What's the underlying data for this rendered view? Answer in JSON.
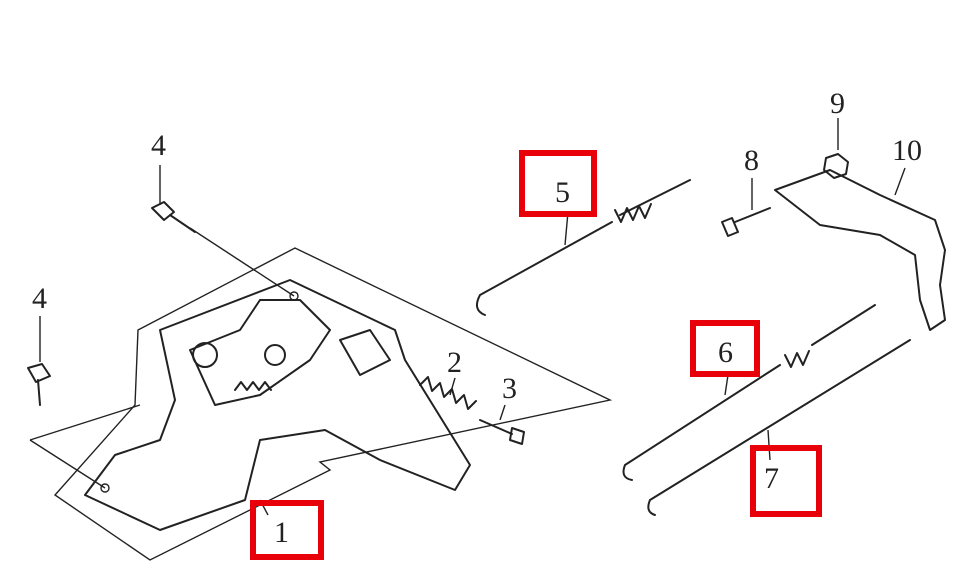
{
  "diagram": {
    "highlight_color": "#e8000b",
    "callouts": [
      {
        "id": "c1",
        "text": "1",
        "highlighted": true
      },
      {
        "id": "c2",
        "text": "2",
        "highlighted": false
      },
      {
        "id": "c3",
        "text": "3",
        "highlighted": false
      },
      {
        "id": "c4a",
        "text": "4",
        "highlighted": false
      },
      {
        "id": "c4b",
        "text": "4",
        "highlighted": false
      },
      {
        "id": "c5",
        "text": "5",
        "highlighted": true
      },
      {
        "id": "c6",
        "text": "6",
        "highlighted": true
      },
      {
        "id": "c7",
        "text": "7",
        "highlighted": true
      },
      {
        "id": "c8",
        "text": "8",
        "highlighted": false
      },
      {
        "id": "c9",
        "text": "9",
        "highlighted": false
      },
      {
        "id": "c10",
        "text": "10",
        "highlighted": false
      }
    ]
  }
}
